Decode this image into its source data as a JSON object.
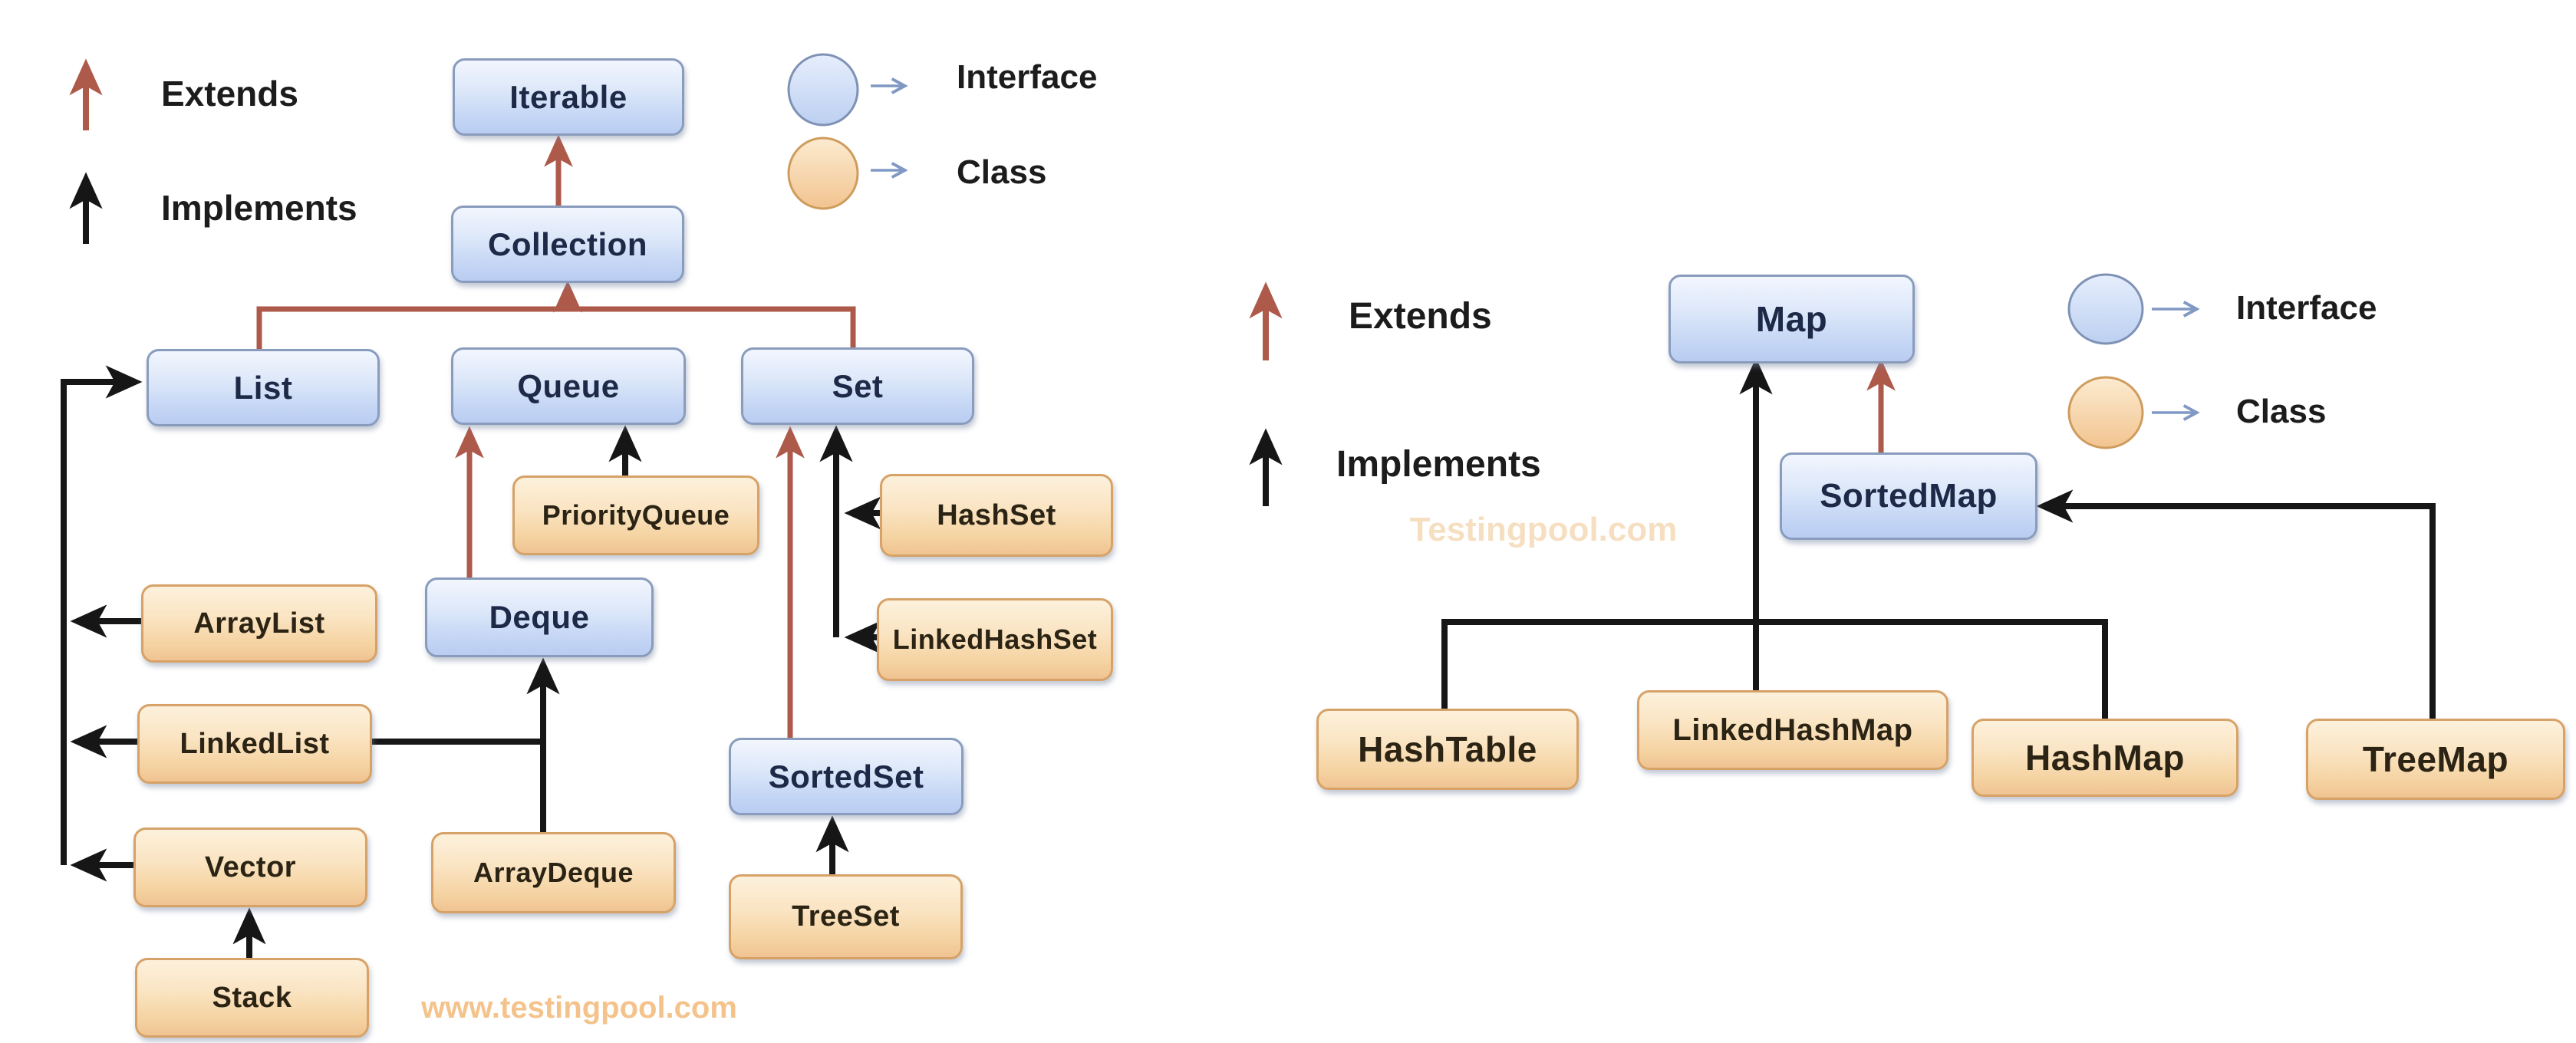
{
  "left_diagram": {
    "legend": {
      "extends_label": "Extends",
      "implements_label": "Implements",
      "interface_label": "Interface",
      "class_label": "Class"
    },
    "nodes": {
      "iterable": "Iterable",
      "collection": "Collection",
      "list": "List",
      "queue": "Queue",
      "set": "Set",
      "priorityqueue": "PriorityQueue",
      "hashset": "HashSet",
      "arraylist": "ArrayList",
      "deque": "Deque",
      "linkedhashset": "LinkedHashSet",
      "linkedlist": "LinkedList",
      "sortedset": "SortedSet",
      "vector": "Vector",
      "arraydeque": "ArrayDeque",
      "treeset": "TreeSet",
      "stack": "Stack"
    },
    "watermark": "www.testingpool.com",
    "edges": [
      {
        "from": "Collection",
        "to": "Iterable",
        "type": "extends"
      },
      {
        "from": "List",
        "to": "Collection",
        "type": "extends"
      },
      {
        "from": "Queue",
        "to": "Collection",
        "type": "extends"
      },
      {
        "from": "Set",
        "to": "Collection",
        "type": "extends"
      },
      {
        "from": "ArrayList",
        "to": "List",
        "type": "implements"
      },
      {
        "from": "LinkedList",
        "to": "List",
        "type": "implements"
      },
      {
        "from": "Vector",
        "to": "List",
        "type": "implements"
      },
      {
        "from": "Stack",
        "to": "Vector",
        "type": "implements"
      },
      {
        "from": "Deque",
        "to": "Queue",
        "type": "extends"
      },
      {
        "from": "PriorityQueue",
        "to": "Queue",
        "type": "implements"
      },
      {
        "from": "ArrayDeque",
        "to": "Deque",
        "type": "implements"
      },
      {
        "from": "LinkedList",
        "to": "Deque",
        "type": "implements"
      },
      {
        "from": "SortedSet",
        "to": "Set",
        "type": "extends"
      },
      {
        "from": "HashSet",
        "to": "Set",
        "type": "implements"
      },
      {
        "from": "LinkedHashSet",
        "to": "Set",
        "type": "implements"
      },
      {
        "from": "TreeSet",
        "to": "SortedSet",
        "type": "implements"
      }
    ]
  },
  "right_diagram": {
    "legend": {
      "extends_label": "Extends",
      "implements_label": "Implements",
      "interface_label": "Interface",
      "class_label": "Class"
    },
    "nodes": {
      "map": "Map",
      "sortedmap": "SortedMap",
      "hashtable": "HashTable",
      "linkedhashmap": "LinkedHashMap",
      "hashmap": "HashMap",
      "treemap": "TreeMap"
    },
    "watermark": "Testingpool.com",
    "edges": [
      {
        "from": "SortedMap",
        "to": "Map",
        "type": "extends"
      },
      {
        "from": "HashTable",
        "to": "Map",
        "type": "implements"
      },
      {
        "from": "LinkedHashMap",
        "to": "Map",
        "type": "implements"
      },
      {
        "from": "HashMap",
        "to": "Map",
        "type": "implements"
      },
      {
        "from": "TreeMap",
        "to": "SortedMap",
        "type": "implements"
      }
    ]
  },
  "colors": {
    "extends_arrow": "#ad5a4b",
    "implements_arrow": "#161616",
    "interface_fill": "#cbdcf7",
    "class_fill": "#f8dcae",
    "watermark": "#f3c086"
  }
}
